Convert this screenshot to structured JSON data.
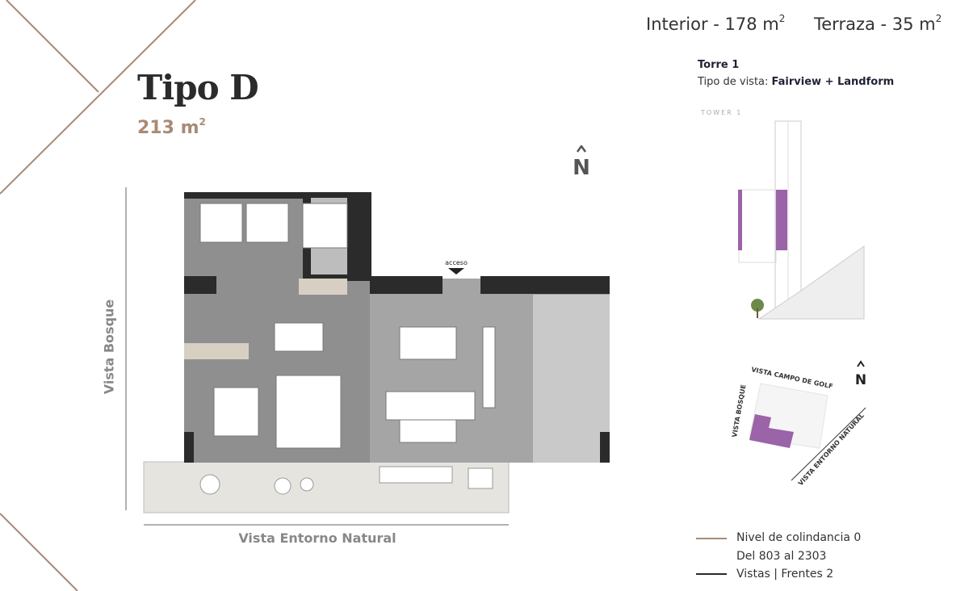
{
  "unit": {
    "name": "Tipo D",
    "total_area": "213 m",
    "area_sup": "2"
  },
  "areas": {
    "interior": "Interior - 178 m",
    "terraza": "Terraza - 35 m",
    "sup": "2"
  },
  "tower": {
    "name": "Torre 1",
    "vista_label": "Tipo de vista: ",
    "vista_value": "Fairview + Landform",
    "diagram_label": "TOWER 1"
  },
  "plan": {
    "north": "N",
    "access": "acceso",
    "vista_bosque": "Vista Bosque",
    "vista_entorno": "Vista Entorno Natural"
  },
  "site_map": {
    "north": "N",
    "campo_golf": "VISTA CAMPO DE GOLF",
    "bosque": "VISTA BOSQUE",
    "entorno": "VISTA ENTORNO NATURAL"
  },
  "legend": {
    "line1": "Nivel de colindancia 0",
    "line2": "Del 803 al 2303",
    "line3": "Vistas |  Frentes 2"
  },
  "colors": {
    "accent": "#a98a75",
    "highlight": "#9b63a8",
    "dark": "#2b2b2b"
  }
}
